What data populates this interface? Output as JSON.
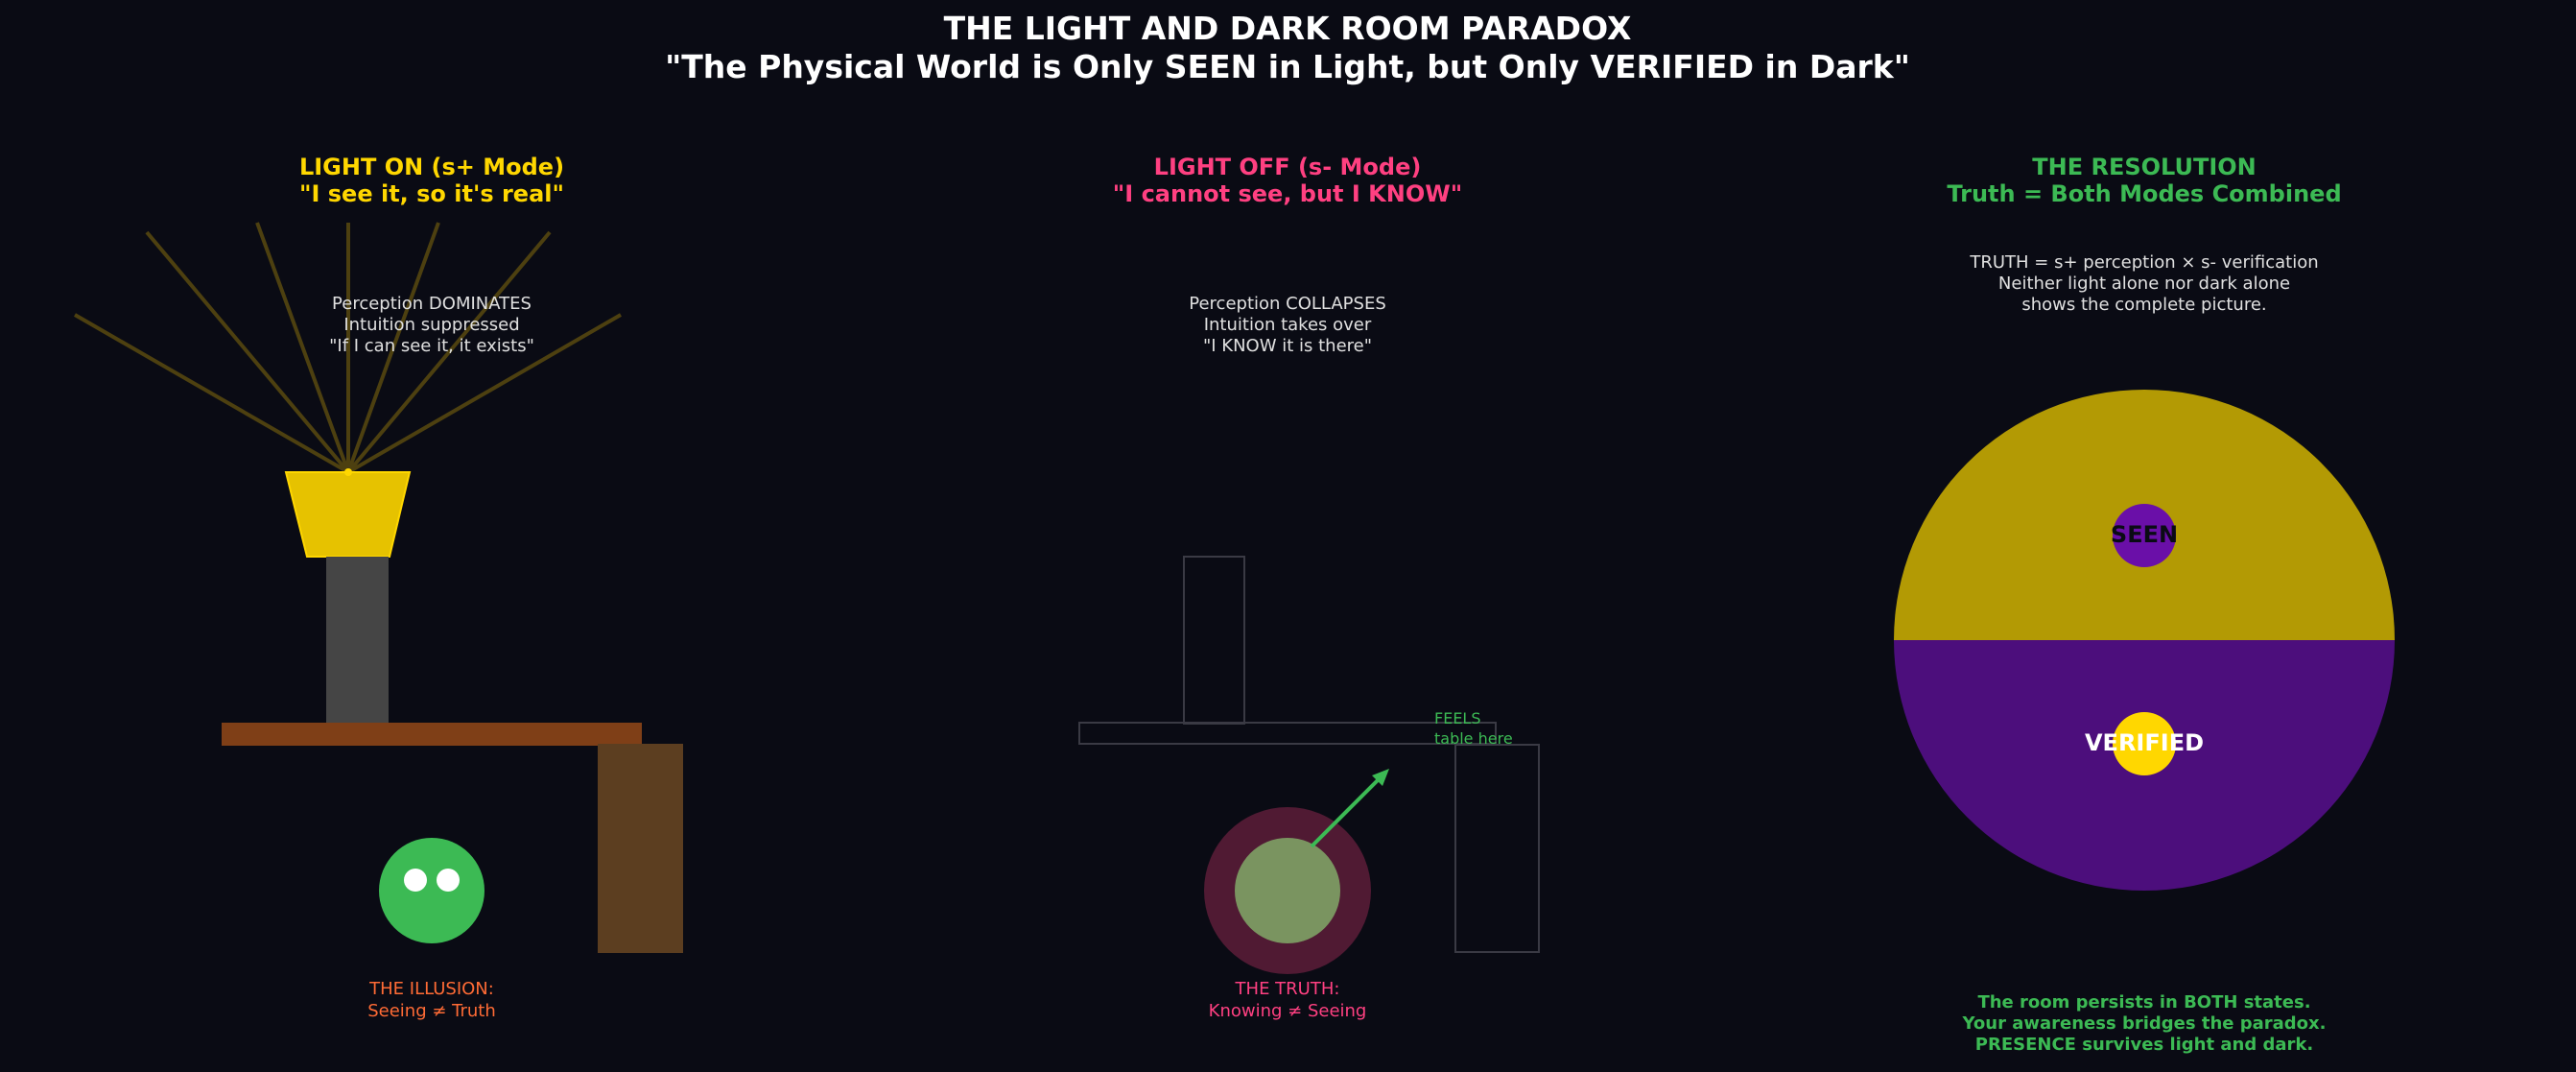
{
  "title": {
    "line1": "THE LIGHT AND DARK ROOM PARADOX",
    "line2": "\"The Physical World is Only SEEN in Light, but Only VERIFIED in Dark\""
  },
  "colors": {
    "background": "#0a0b14",
    "light_accent": "#ffd700",
    "dark_accent": "#ff4081",
    "resolution_accent": "#3cba54",
    "illusion_caption": "#ff6b35",
    "lamp_shade": "#e6c200",
    "lamp_base": "#454545",
    "table_top": "#7f3f17",
    "table_leg": "#5c3e20",
    "outline_gray": "#3a3a44",
    "seen_half": "#b39a04",
    "verified_half": "#4c0e7c",
    "seen_dot": "#6a0fa8",
    "verified_dot": "#ffd700"
  },
  "panels": {
    "light_on": {
      "title": "LIGHT ON (s+ Mode)",
      "subtitle": "\"I see it, so it's real\"",
      "desc": [
        "Perception DOMINATES",
        "Intuition suppressed",
        "\"If I can see it, it exists\""
      ],
      "caption": [
        "THE ILLUSION:",
        "Seeing ≠ Truth"
      ]
    },
    "light_off": {
      "title": "LIGHT OFF (s- Mode)",
      "subtitle": "\"I cannot see, but I KNOW\"",
      "desc": [
        "Perception COLLAPSES",
        "Intuition takes over",
        "\"I KNOW it is there\""
      ],
      "annotation": [
        "FEELS",
        "table here"
      ],
      "caption": [
        "THE TRUTH:",
        "Knowing ≠ Seeing"
      ]
    },
    "resolution": {
      "title": "THE RESOLUTION",
      "subtitle": "Truth = Both Modes Combined",
      "desc": [
        "TRUTH = s+ perception × s- verification",
        "Neither light alone nor dark alone",
        "shows the complete picture."
      ],
      "seen_label": "SEEN",
      "verified_label": "VERIFIED",
      "conclusion": [
        "The room persists in BOTH states.",
        "Your awareness bridges the paradox.",
        "PRESENCE survives light and dark."
      ]
    }
  }
}
